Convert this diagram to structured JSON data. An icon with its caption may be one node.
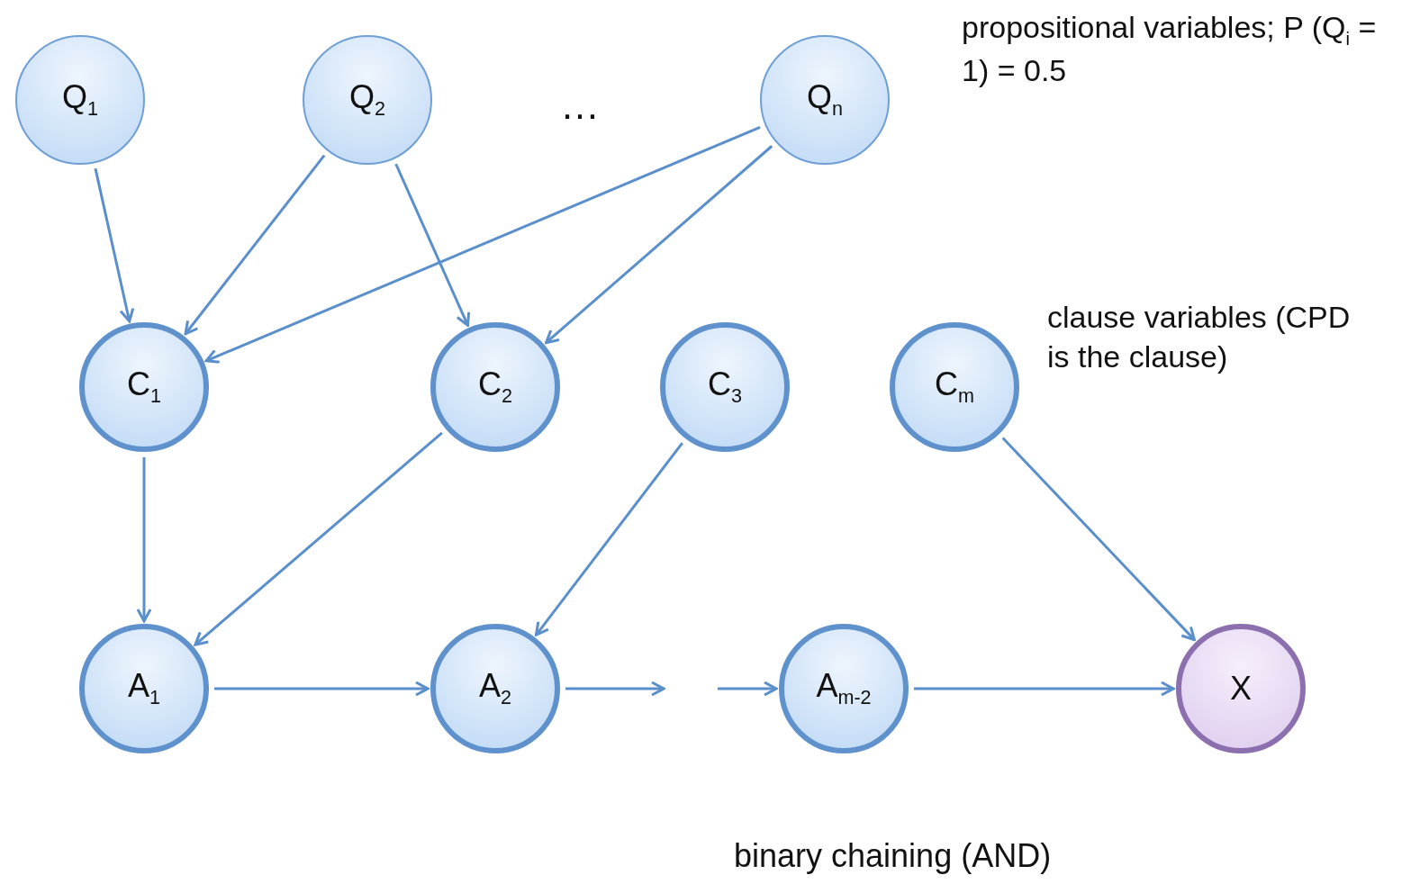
{
  "diagram": {
    "nodes": [
      {
        "text": [
          "Q$_{1}$"
        ]
      },
      {
        "text": [
          "Q$_{2}$"
        ]
      },
      {
        "text": [
          "Q$_{n}$"
        ]
      },
      {
        "text": [
          "C$_{1}$"
        ]
      },
      {
        "text": [
          "C$_{2}$"
        ]
      },
      {
        "text": [
          "C$_{3}$"
        ]
      },
      {
        "text": [
          "C$_{m}$"
        ]
      },
      {
        "text": [
          "A$_{1}$"
        ]
      },
      {
        "text": [
          "A$_{2}$"
        ]
      },
      {
        "text": [
          "A$_{m-2}$"
        ]
      },
      {
        "text": [
          "X"
        ]
      }
    ],
    "edges": [
      {
        "from": 0,
        "to": 3,
        "arrow": "to"
      },
      {
        "from": 1,
        "to": 3,
        "arrow": "to"
      },
      {
        "from": 1,
        "to": 4,
        "arrow": "to"
      },
      {
        "from": 2,
        "to": 3,
        "arrow": "to"
      },
      {
        "from": 2,
        "to": 4,
        "arrow": "to"
      },
      {
        "from": 3,
        "to": 7,
        "arrow": "to"
      },
      {
        "from": 4,
        "to": 7,
        "arrow": "to"
      },
      {
        "from": 5,
        "to": 8,
        "arrow": "to"
      },
      {
        "from": 6,
        "to": 10,
        "arrow": "to"
      },
      {
        "from": 7,
        "to": 8,
        "arrow": "to"
      },
      {
        "from": 8,
        "to": null,
        "arrow": "to"
      },
      {
        "from": null,
        "to": 9,
        "arrow": "to"
      },
      {
        "from": 9,
        "to": 10,
        "arrow": "to"
      }
    ],
    "labels": [
      "…",
      "propositional variables; P (Q$_{i}$ = 1) = 0.5",
      "clause variables (CPD is the clause)",
      "binary chaining (AND)"
    ]
  }
}
